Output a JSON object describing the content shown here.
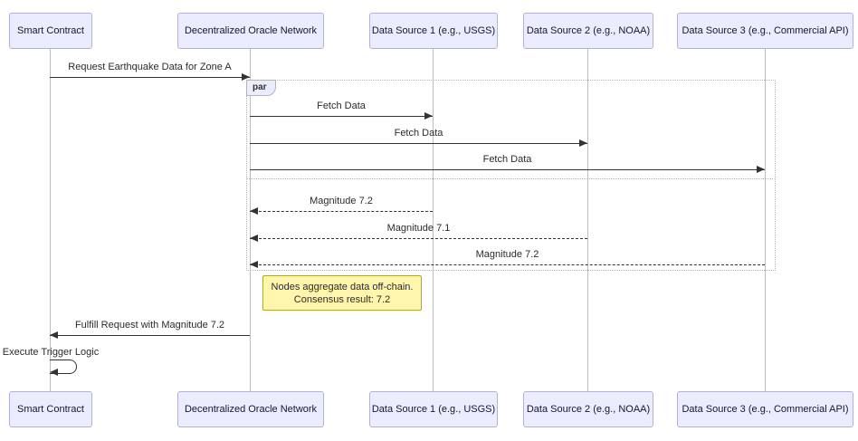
{
  "diagram": {
    "type": "sequence-diagram",
    "actors": [
      {
        "label": "Smart Contract"
      },
      {
        "label": "Decentralized Oracle Network"
      },
      {
        "label": "Data Source 1 (e.g., USGS)"
      },
      {
        "label": "Data Source 2 (e.g., NOAA)"
      },
      {
        "label": "Data Source 3 (e.g., Commercial API)"
      }
    ],
    "messages": [
      {
        "label": "Request Earthquake Data for Zone A",
        "from": "Smart Contract",
        "to": "Decentralized Oracle Network",
        "style": "solid"
      },
      {
        "label": "Fetch Data",
        "from": "Decentralized Oracle Network",
        "to": "Data Source 1 (e.g., USGS)",
        "style": "solid"
      },
      {
        "label": "Fetch Data",
        "from": "Decentralized Oracle Network",
        "to": "Data Source 2 (e.g., NOAA)",
        "style": "solid"
      },
      {
        "label": "Fetch Data",
        "from": "Decentralized Oracle Network",
        "to": "Data Source 3 (e.g., Commercial API)",
        "style": "solid"
      },
      {
        "label": "Magnitude 7.2",
        "from": "Data Source 1 (e.g., USGS)",
        "to": "Decentralized Oracle Network",
        "style": "dashed"
      },
      {
        "label": "Magnitude 7.1",
        "from": "Data Source 2 (e.g., NOAA)",
        "to": "Decentralized Oracle Network",
        "style": "dashed"
      },
      {
        "label": "Magnitude 7.2",
        "from": "Data Source 3 (e.g., Commercial API)",
        "to": "Decentralized Oracle Network",
        "style": "dashed"
      },
      {
        "label": "Fulfill Request with Magnitude 7.2",
        "from": "Decentralized Oracle Network",
        "to": "Smart Contract",
        "style": "solid"
      },
      {
        "label": "Execute Trigger Logic",
        "from": "Smart Contract",
        "to": "Smart Contract",
        "style": "self"
      }
    ],
    "par_label": "par",
    "note": {
      "line1": "Nodes aggregate data off-chain.",
      "line2": "Consensus result: 7.2"
    },
    "colors": {
      "actor_fill": "#ECECFF",
      "actor_border": "#B5B0D8",
      "note_fill": "#FFF5AD",
      "note_border": "#AAAA33",
      "lifeline": "#BDBDBD",
      "frame": "#B4B4B4",
      "arrow": "#333333"
    }
  }
}
